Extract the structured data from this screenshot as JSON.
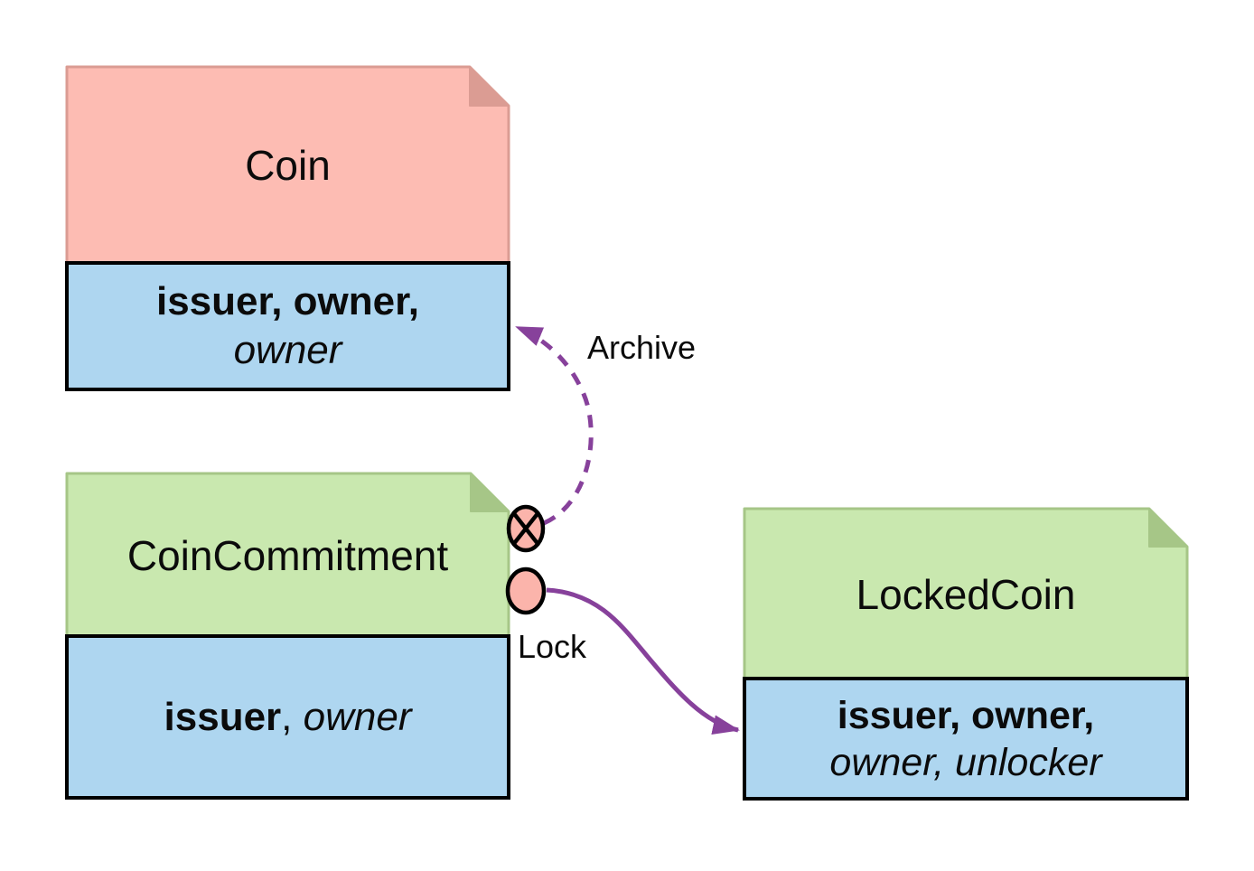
{
  "diagram": {
    "kind": "state-transition-diagram",
    "boxes": {
      "coin": {
        "title": "Coin",
        "signers_line": "issuer, owner,",
        "participants_line": "owner"
      },
      "coin_commitment": {
        "title": "CoinCommitment",
        "signers": "issuer",
        "separator": ", ",
        "participants": "owner"
      },
      "locked_coin": {
        "title": "LockedCoin",
        "signers_line": "issuer, owner,",
        "participants_line": "owner, unlocker"
      }
    },
    "edges": {
      "archive": {
        "label": "Archive",
        "line_style": "dashed"
      },
      "lock": {
        "label": "Lock",
        "line_style": "solid"
      }
    },
    "icons": {
      "consumed_marker": "circle-with-x",
      "lock_source_marker": "circle"
    },
    "colors": {
      "note_pink": "#fdbcb3",
      "note_pink_border": "#db9c93",
      "note_green": "#c9e8af",
      "note_green_border": "#a6c687",
      "fields_blue": "#aed6f0",
      "arrow_purple": "#87419b",
      "marker_pink": "#fbb4ab",
      "text": "#0b0b0b",
      "background": "#ffffff"
    }
  }
}
